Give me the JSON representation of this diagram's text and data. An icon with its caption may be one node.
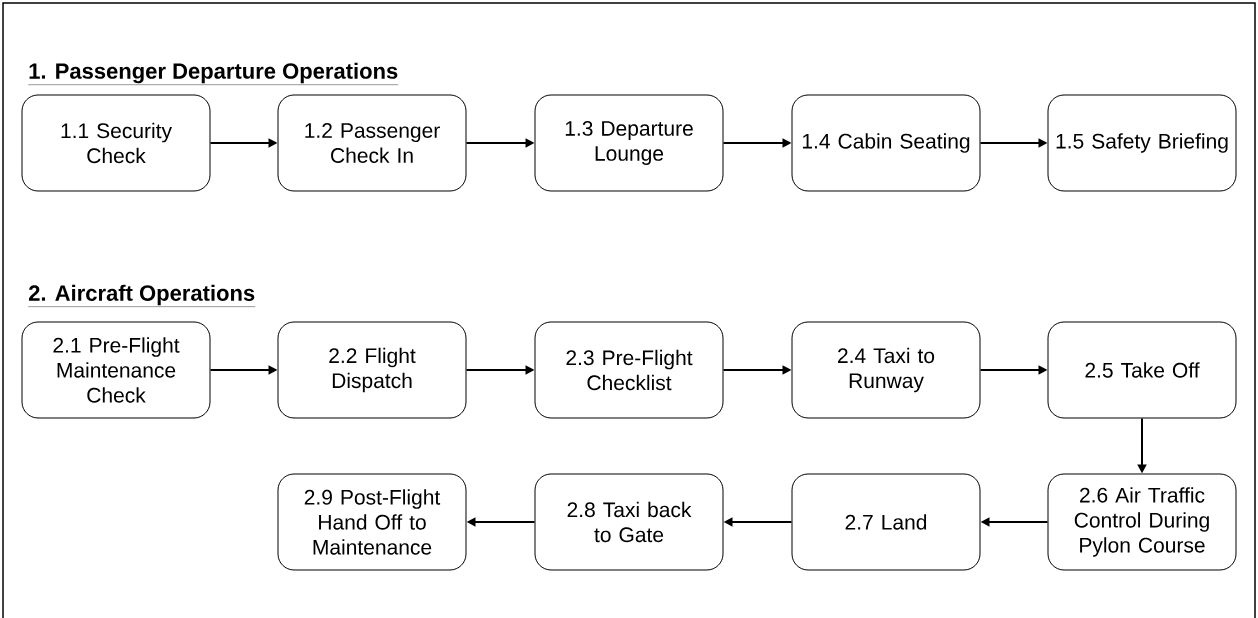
{
  "diagram": {
    "nodes": [
      {
        "text": [
          "1.1 Security Check"
        ]
      },
      {
        "text": [
          "1.2 Passenger Check In"
        ]
      },
      {
        "text": [
          "1.3 Departure Lounge"
        ]
      },
      {
        "text": [
          "1.4 Cabin Seating"
        ]
      },
      {
        "text": [
          "1.5 Safety Briefing"
        ]
      },
      {
        "text": [
          "2.1 Pre-Flight Maintenance Check"
        ]
      },
      {
        "text": [
          "2.2 Flight Dispatch"
        ]
      },
      {
        "text": [
          "2.3 Pre-Flight Checklist"
        ]
      },
      {
        "text": [
          "2.4 Taxi to Runway"
        ]
      },
      {
        "text": [
          "2.5 Take Off"
        ]
      },
      {
        "text": [
          "2.6 Air Traffic Control During Pylon Course"
        ]
      },
      {
        "text": [
          "2.7 Land"
        ]
      },
      {
        "text": [
          "2.8 Taxi back to Gate"
        ]
      },
      {
        "text": [
          "2.9 Post-Flight Hand Off to Maintenance"
        ]
      }
    ],
    "edges": [
      {
        "from": 0,
        "to": 1,
        "arrow": "to"
      },
      {
        "from": 1,
        "to": 2,
        "arrow": "to"
      },
      {
        "from": 2,
        "to": 3,
        "arrow": "to"
      },
      {
        "from": 3,
        "to": 4,
        "arrow": "to"
      },
      {
        "from": 5,
        "to": 6,
        "arrow": "to"
      },
      {
        "from": 6,
        "to": 7,
        "arrow": "to"
      },
      {
        "from": 7,
        "to": 8,
        "arrow": "to"
      },
      {
        "from": 8,
        "to": 9,
        "arrow": "to"
      },
      {
        "from": 9,
        "to": 10,
        "arrow": "to"
      },
      {
        "from": 10,
        "to": 11,
        "arrow": "to"
      },
      {
        "from": 11,
        "to": 12,
        "arrow": "to"
      },
      {
        "from": 12,
        "to": 13,
        "arrow": "to"
      }
    ],
    "labels": [
      "1. Passenger Departure Operations",
      "2. Aircraft Operations"
    ]
  }
}
